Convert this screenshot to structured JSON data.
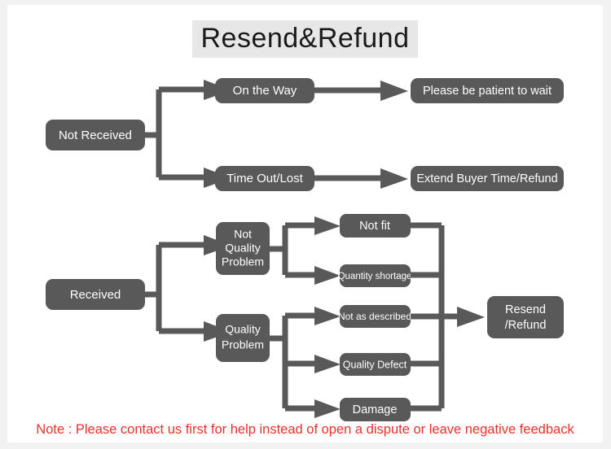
{
  "page": {
    "title": "Resend&Refund",
    "note": "Note : Please contact us first for help instead of open a dispute or leave negative feedback"
  },
  "colors": {
    "node_fill": "#595959",
    "node_text": "#ffffff",
    "connector": "#595959",
    "title_highlight": "#e7e7e7",
    "note_text": "#e8312d",
    "page_background": "#f2f2f2",
    "sheet_background": "#ffffff"
  },
  "flowchart": {
    "type": "flowchart",
    "branches": [
      {
        "id": "not-received",
        "root": "Not Received",
        "steps": [
          {
            "stage": "On the Way",
            "outcome": "Please be patient to wait"
          },
          {
            "stage": "Time Out/Lost",
            "outcome": "Extend Buyer Time/Refund"
          }
        ]
      },
      {
        "id": "received",
        "root": "Received",
        "categories": [
          {
            "name": "Not Quality Problem",
            "reasons": [
              "Not fit",
              "Quantity shortage"
            ]
          },
          {
            "name": "Quality Problem",
            "reasons": [
              "Not as described",
              "Quality Defect",
              "Damage"
            ]
          }
        ],
        "outcome": "Resend /Refund"
      }
    ]
  },
  "nodes": {
    "not_received": "Not Received",
    "on_the_way": "On the Way",
    "time_out_lost": "Time Out/Lost",
    "please_be_patient": "Please be patient to wait",
    "extend_buyer_time": "Extend Buyer Time/Refund",
    "received": "Received",
    "not_quality_problem_line1": "Not",
    "not_quality_problem_line2": "Quality",
    "not_quality_problem_line3": "Problem",
    "quality_problem_line1": "Quality",
    "quality_problem_line2": "Problem",
    "not_fit": "Not fit",
    "quantity_shortage": "Quantity shortage",
    "not_as_described": "Not as described",
    "quality_defect": "Quality Defect",
    "damage": "Damage",
    "resend_refund_line1": "Resend",
    "resend_refund_line2": "/Refund"
  }
}
